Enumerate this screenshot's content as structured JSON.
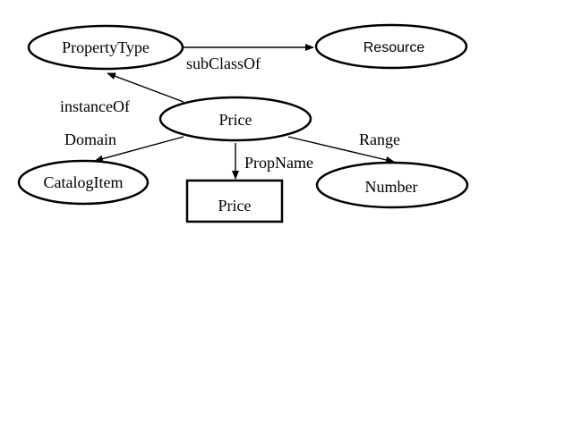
{
  "diagram": {
    "nodes": {
      "property_type": "PropertyType",
      "resource": "Resource",
      "price": "Price",
      "catalog_item": "CatalogItem",
      "price_literal": "Price",
      "number": "Number"
    },
    "edges": {
      "sub_class_of": "subClassOf",
      "instance_of": "instanceOf",
      "domain": "Domain",
      "prop_name": "PropName",
      "range": "Range"
    }
  }
}
